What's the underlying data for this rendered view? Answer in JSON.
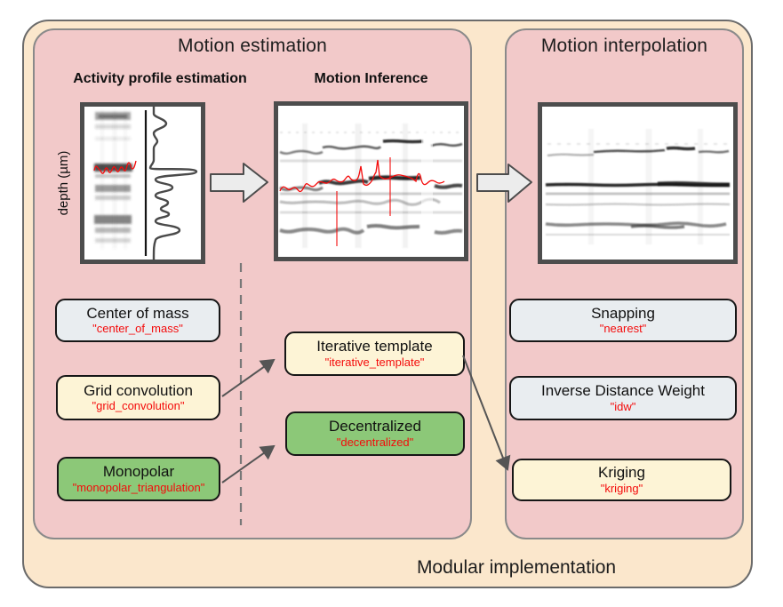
{
  "figure": {
    "outer_label": "Modular implementation",
    "panels": {
      "estimation": {
        "title": "Motion estimation"
      },
      "interpolation": {
        "title": "Motion interpolation"
      }
    },
    "headings": {
      "activity_profile": "Activity profile estimation",
      "motion_inference": "Motion Inference"
    },
    "axis": {
      "depth_label": "depth (µm)"
    },
    "methods": {
      "activity_profile": [
        {
          "label": "Center of mass",
          "code": "\"center_of_mass\"",
          "fill": "gray"
        },
        {
          "label": "Grid convolution",
          "code": "\"grid_convolution\"",
          "fill": "cream"
        },
        {
          "label": "Monopolar",
          "code": "\"monopolar_triangulation\"",
          "fill": "green"
        }
      ],
      "motion_inference": [
        {
          "label": "Iterative template",
          "code": "\"iterative_template\"",
          "fill": "cream"
        },
        {
          "label": "Decentralized",
          "code": "\"decentralized\"",
          "fill": "green"
        }
      ],
      "motion_interpolation": [
        {
          "label": "Snapping",
          "code": "\"nearest\"",
          "fill": "gray"
        },
        {
          "label": "Inverse Distance Weight",
          "code": "\"idw\"",
          "fill": "gray"
        },
        {
          "label": "Kriging",
          "code": "\"kriging\"",
          "fill": "cream"
        }
      ]
    },
    "colors": {
      "outer-fill": "#fbe7cc",
      "panel-fill": "#f2c9c9",
      "panel-border": "#8a8a8a",
      "outer-border": "#6b6b6b",
      "box-gray": "#e9edf0",
      "box-cream": "#fdf4d6",
      "box-green": "#8cc878",
      "box-border": "#161616",
      "code-red": "#f40b0b",
      "arrow-gray": "#555555",
      "frame-gray": "#4d4d4d"
    }
  }
}
